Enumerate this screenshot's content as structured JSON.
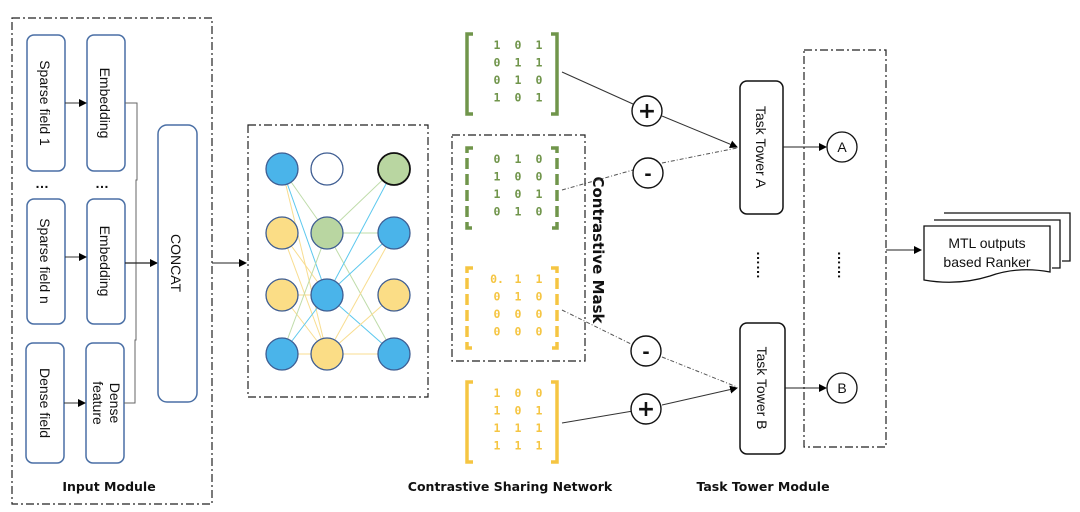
{
  "colors": {
    "input_box_stroke": "#4a6fa5",
    "green": "#70954b",
    "yellow": "#f5c542",
    "node_blue": "#4ab4ea",
    "node_yellow": "#fbdd86",
    "node_green": "#b9d6a1",
    "node_stroke": "#3e5d92",
    "line_blue": "#5cc8ee",
    "line_yellow": "#f8dd90",
    "line_green": "#bfdcaa"
  },
  "input_module": {
    "title": "Input Module",
    "sparse_field_1": "Sparse field 1",
    "sparse_field_n": "Sparse field n",
    "dense_field": "Dense field",
    "embedding_1": "Embedding",
    "embedding_n": "Embedding",
    "dense_feature_line1": "Dense",
    "dense_feature_line2": "feature",
    "ellipsis": "…",
    "concat": "CONCAT"
  },
  "network": {
    "columns": [
      [
        "blue",
        "yellow",
        "yellow",
        "blue"
      ],
      [
        "white",
        "green",
        "blue",
        "yellow"
      ],
      [
        "green",
        "blue",
        "yellow",
        "blue"
      ]
    ]
  },
  "contrastive_sharing": {
    "title": "Contrastive Sharing Network",
    "mask_label": "Contrastive Mask",
    "matrices": [
      {
        "name": "task-a-positive",
        "color": "green",
        "style": "solid",
        "rows": [
          [
            "1",
            "0",
            "1"
          ],
          [
            "0",
            "1",
            "1"
          ],
          [
            "0",
            "1",
            "0"
          ],
          [
            "1",
            "0",
            "1"
          ]
        ]
      },
      {
        "name": "task-a-negative",
        "color": "green",
        "style": "dashed",
        "rows": [
          [
            "0",
            "1",
            "0"
          ],
          [
            "1",
            "0",
            "0"
          ],
          [
            "1",
            "0",
            "1"
          ],
          [
            "0",
            "1",
            "0"
          ]
        ]
      },
      {
        "name": "task-b-negative",
        "color": "yellow",
        "style": "dashed",
        "rows": [
          [
            "0.",
            "1",
            "1"
          ],
          [
            "0",
            "1",
            "0"
          ],
          [
            "0",
            "0",
            "0"
          ],
          [
            "0",
            "0",
            "0"
          ]
        ]
      },
      {
        "name": "task-b-positive",
        "color": "yellow",
        "style": "solid",
        "rows": [
          [
            "1",
            "0",
            "0"
          ],
          [
            "1",
            "0",
            "1"
          ],
          [
            "1",
            "1",
            "1"
          ],
          [
            "1",
            "1",
            "1"
          ]
        ]
      }
    ],
    "operators": {
      "plus": "+",
      "minus": "-"
    }
  },
  "task_tower_module": {
    "title": "Task Tower Module",
    "tower_a": "Task Tower A",
    "tower_b": "Task Tower B",
    "output_a": "A",
    "output_b": "B",
    "ellipsis": "……"
  },
  "ranker": {
    "line1": "MTL outputs",
    "line2": "based Ranker"
  }
}
